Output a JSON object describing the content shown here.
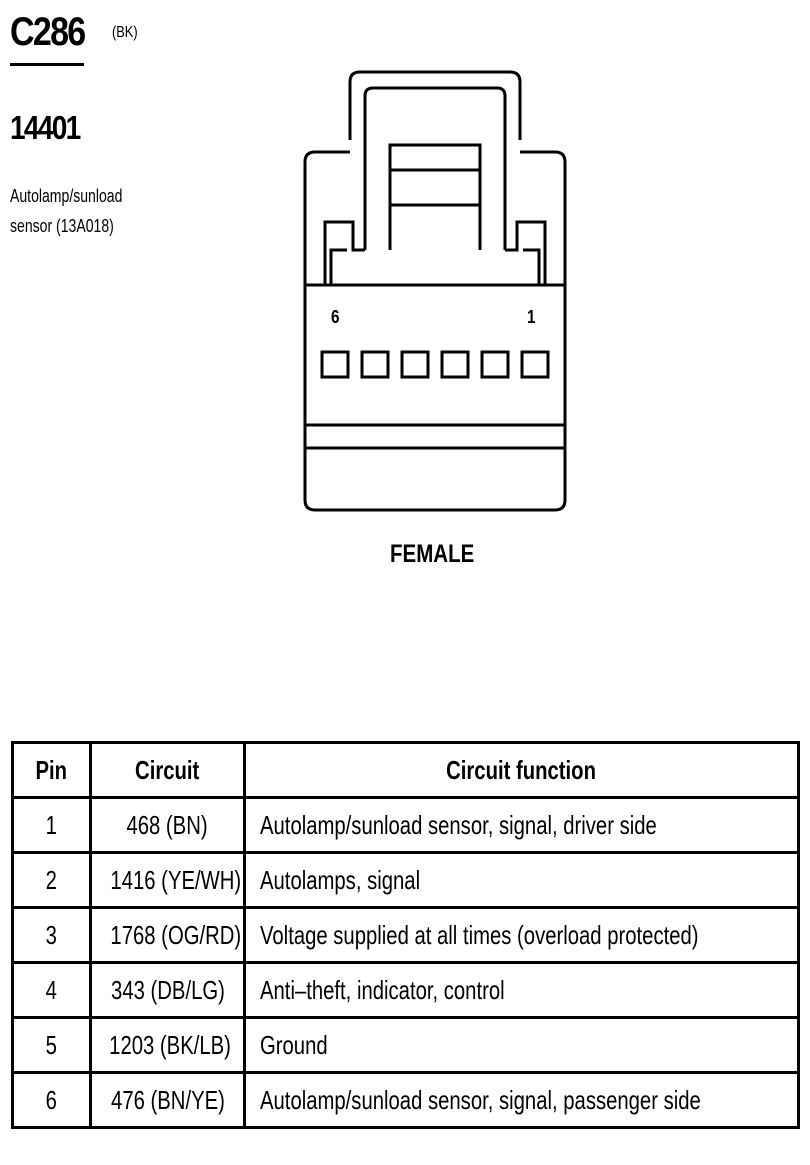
{
  "header": {
    "connector_id": "C286",
    "connector_color": "(BK)",
    "part_number": "14401",
    "description_line1": "Autolamp/sunload",
    "description_line2": "sensor (13A018)"
  },
  "connector": {
    "pin_label_left": "6",
    "pin_label_right": "1",
    "pin_count": 6,
    "gender": "FEMALE"
  },
  "table": {
    "headers": {
      "pin": "Pin",
      "circuit": "Circuit",
      "function": "Circuit function"
    },
    "rows": [
      {
        "pin": "1",
        "circuit": "468 (BN)",
        "function": "Autolamp/sunload sensor, signal, driver side"
      },
      {
        "pin": "2",
        "circuit": "1416 (YE/WH)",
        "function": "Autolamps, signal"
      },
      {
        "pin": "3",
        "circuit": "1768 (OG/RD)",
        "function": "Voltage supplied at all times (overload protected)"
      },
      {
        "pin": "4",
        "circuit": "343 (DB/LG)",
        "function": "Anti–theft, indicator, control"
      },
      {
        "pin": "5",
        "circuit": "1203 (BK/LB)",
        "function": "Ground"
      },
      {
        "pin": "6",
        "circuit": "476 (BN/YE)",
        "function": "Autolamp/sunload sensor, signal, passenger side"
      }
    ]
  }
}
